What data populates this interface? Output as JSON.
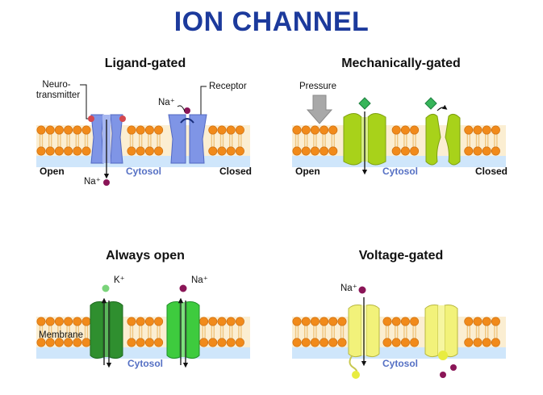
{
  "title": "ION CHANNEL",
  "colors": {
    "title": "#1c3a9c",
    "lipid_head": "#f18a1a",
    "lipid_tail": "#f0c680",
    "membrane_bg": "#fbeed2",
    "cytosol": "#cfe6fb",
    "cytosol_text": "#5570c4",
    "ligand_channel": "#7f95e6",
    "mechanical_channel": "#a8d21a",
    "always_open_channel_a": "#2f8f2f",
    "always_open_channel_b": "#3ecb3e",
    "voltage_channel": "#f2f27a",
    "ion_sodium": "#8a1557",
    "ion_potassium": "#7ad37a",
    "ligand_marker": "#d4484f",
    "pressure_marker": "#37b55a"
  },
  "panels": {
    "ligand": {
      "heading": "Ligand-gated",
      "neuro_label": "Neuro-\ntransmitter",
      "receptor_label": "Receptor",
      "ion_top": "Na⁺",
      "ion_bottom": "Na⁺",
      "open_label": "Open",
      "closed_label": "Closed",
      "cytosol_label": "Cytosol"
    },
    "mechanical": {
      "heading": "Mechanically-gated",
      "pressure_label": "Pressure",
      "open_label": "Open",
      "closed_label": "Closed",
      "cytosol_label": "Cytosol"
    },
    "always_open": {
      "heading": "Always open",
      "ion_k": "K⁺",
      "ion_na": "Na⁺",
      "membrane_label": "Membrane",
      "cytosol_label": "Cytosol"
    },
    "voltage": {
      "heading": "Voltage-gated",
      "ion_na": "Na⁺",
      "cytosol_label": "Cytosol"
    }
  }
}
